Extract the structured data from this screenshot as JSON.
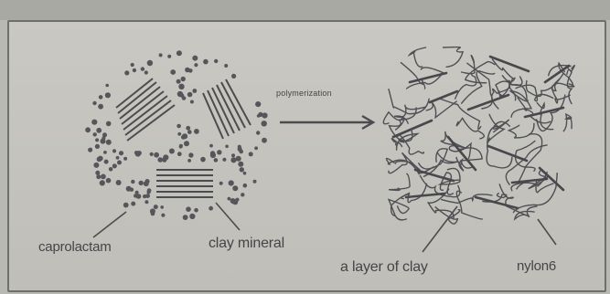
{
  "labels": {
    "polymerization": "polymerization",
    "caprolactam": "caprolactam",
    "clay_mineral": "clay mineral",
    "layer_of_clay": "a layer of clay",
    "nylon": "nylon6"
  },
  "colors": {
    "ink": "#454548",
    "frame": "#6f6f6b",
    "background": "#c6c5c0"
  }
}
